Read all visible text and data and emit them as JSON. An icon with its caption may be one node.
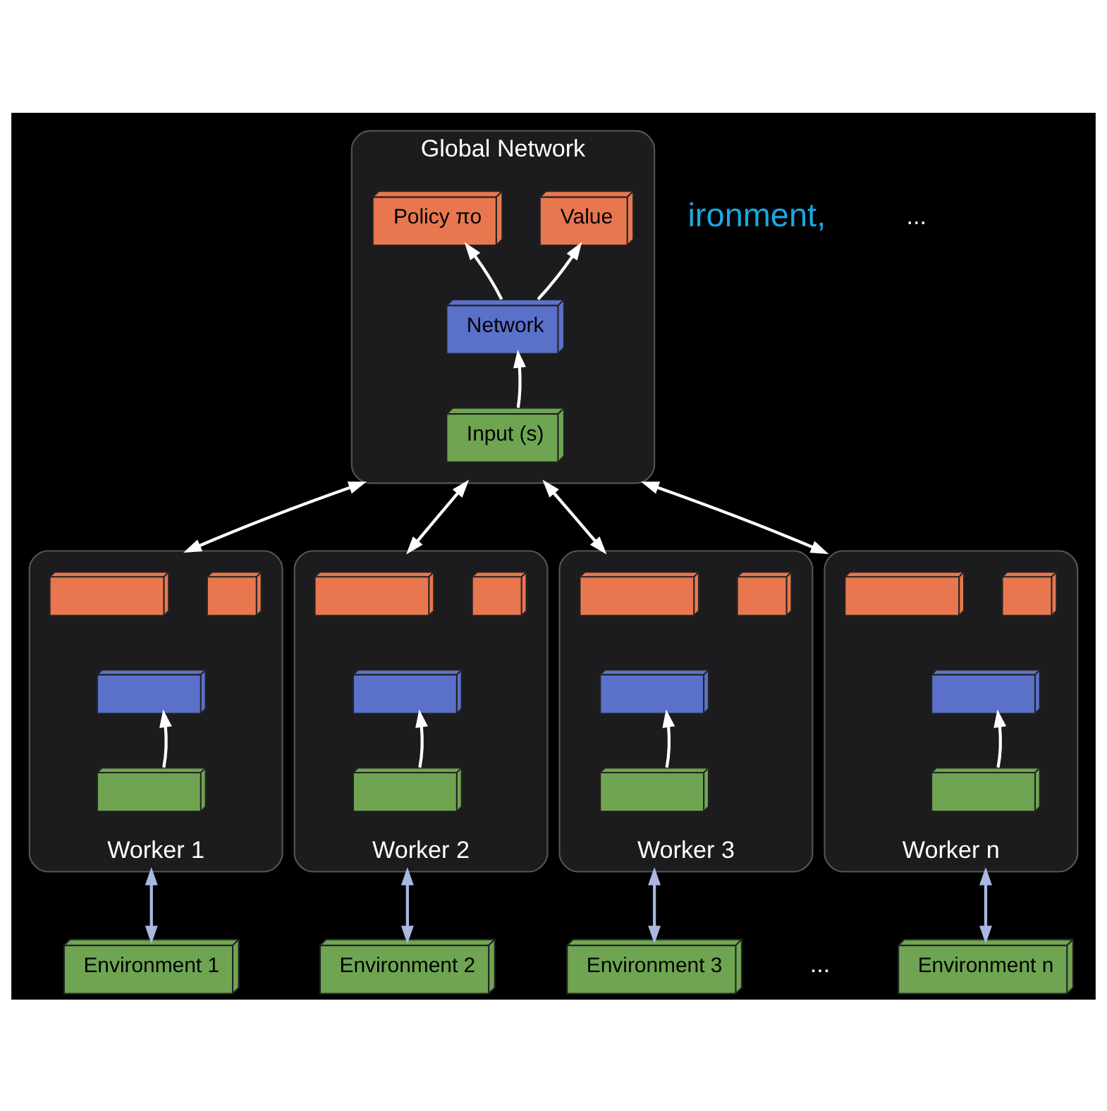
{
  "diagram": {
    "nodes": [
      {
        "text": [
          "Global Network"
        ]
      },
      {
        "text": [
          "Policy πo"
        ],
        "in": 0
      },
      {
        "text": [
          "Value"
        ],
        "in": 0
      },
      {
        "text": [
          "Network"
        ],
        "in": 0
      },
      {
        "text": [
          "Input (s)"
        ],
        "in": 0
      },
      {
        "text": [
          "Worker 1"
        ]
      },
      {
        "text": [],
        "shape": "box",
        "in": 5
      },
      {
        "text": [],
        "shape": "box",
        "in": 5
      },
      {
        "text": [],
        "shape": "box",
        "in": 5
      },
      {
        "text": [],
        "shape": "box",
        "in": 5
      },
      {
        "text": [
          "Worker 2"
        ]
      },
      {
        "text": [],
        "shape": "box",
        "in": 10
      },
      {
        "text": [],
        "shape": "box",
        "in": 10
      },
      {
        "text": [],
        "shape": "box",
        "in": 10
      },
      {
        "text": [],
        "shape": "box",
        "in": 10
      },
      {
        "text": [
          "Worker 3"
        ]
      },
      {
        "text": [],
        "shape": "box",
        "in": 15
      },
      {
        "text": [],
        "shape": "box",
        "in": 15
      },
      {
        "text": [],
        "shape": "box",
        "in": 15
      },
      {
        "text": [],
        "shape": "box",
        "in": 15
      },
      {
        "text": [
          "Worker n"
        ]
      },
      {
        "text": [],
        "shape": "box",
        "in": 20
      },
      {
        "text": [],
        "shape": "box",
        "in": 20
      },
      {
        "text": [],
        "shape": "box",
        "in": 20
      },
      {
        "text": [],
        "shape": "box",
        "in": 20
      },
      {
        "text": [
          "Environment 1"
        ]
      },
      {
        "text": [
          "Environment 2"
        ]
      },
      {
        "text": [
          "Environment 3"
        ]
      },
      {
        "text": [
          "Environment n"
        ]
      }
    ],
    "edges": [
      {
        "from": 4,
        "to": 3,
        "arrow": "to"
      },
      {
        "from": 3,
        "to": 1,
        "arrow": "to"
      },
      {
        "from": 3,
        "to": 2,
        "arrow": "to"
      },
      {
        "from": 9,
        "to": 8,
        "arrow": "to"
      },
      {
        "from": 14,
        "to": 13,
        "arrow": "to"
      },
      {
        "from": 19,
        "to": 18,
        "arrow": "to"
      },
      {
        "from": 24,
        "to": 23,
        "arrow": "to"
      },
      {
        "from": 0,
        "to": 5,
        "arrow": "both"
      },
      {
        "from": 0,
        "to": 10,
        "arrow": "both"
      },
      {
        "from": 0,
        "to": 15,
        "arrow": "both"
      },
      {
        "from": 0,
        "to": 20,
        "arrow": "both"
      },
      {
        "from": 5,
        "to": 25,
        "arrow": "both",
        "color": "#a9b8e0"
      },
      {
        "from": 10,
        "to": 26,
        "arrow": "both",
        "color": "#a9b8e0"
      },
      {
        "from": 15,
        "to": 27,
        "arrow": "both",
        "color": "#a9b8e0"
      },
      {
        "from": 20,
        "to": 28,
        "arrow": "both",
        "color": "#a9b8e0"
      }
    ],
    "labels": [
      "ironment,",
      "...",
      "..."
    ]
  }
}
